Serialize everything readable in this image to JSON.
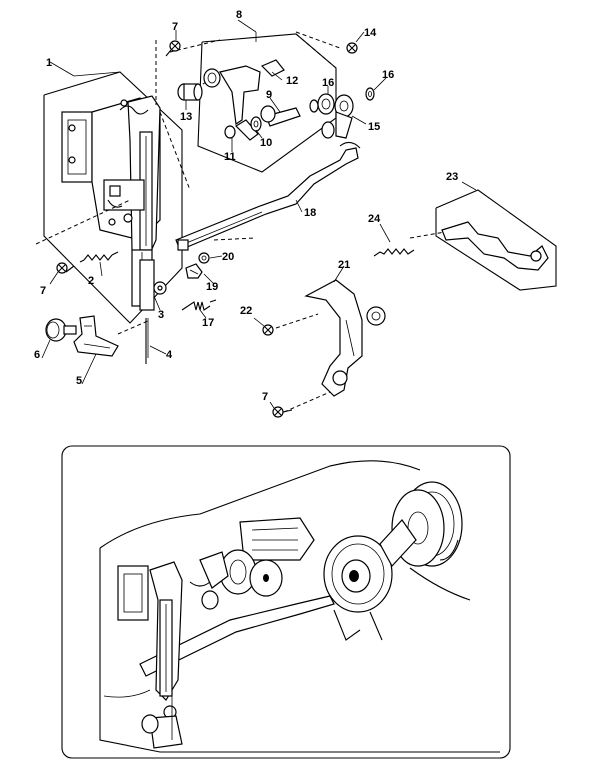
{
  "callouts": {
    "c1": "1",
    "c2": "2",
    "c3": "3",
    "c4": "4",
    "c5": "5",
    "c6": "6",
    "c7a": "7",
    "c7b": "7",
    "c7c": "7",
    "c8": "8",
    "c9": "9",
    "c10": "10",
    "c11": "11",
    "c12": "12",
    "c13": "13",
    "c14": "14",
    "c15": "15",
    "c16a": "16",
    "c16b": "16",
    "c17": "17",
    "c18": "18",
    "c19": "19",
    "c20": "20",
    "c21": "21",
    "c22": "22",
    "c23": "23",
    "c24": "24"
  }
}
